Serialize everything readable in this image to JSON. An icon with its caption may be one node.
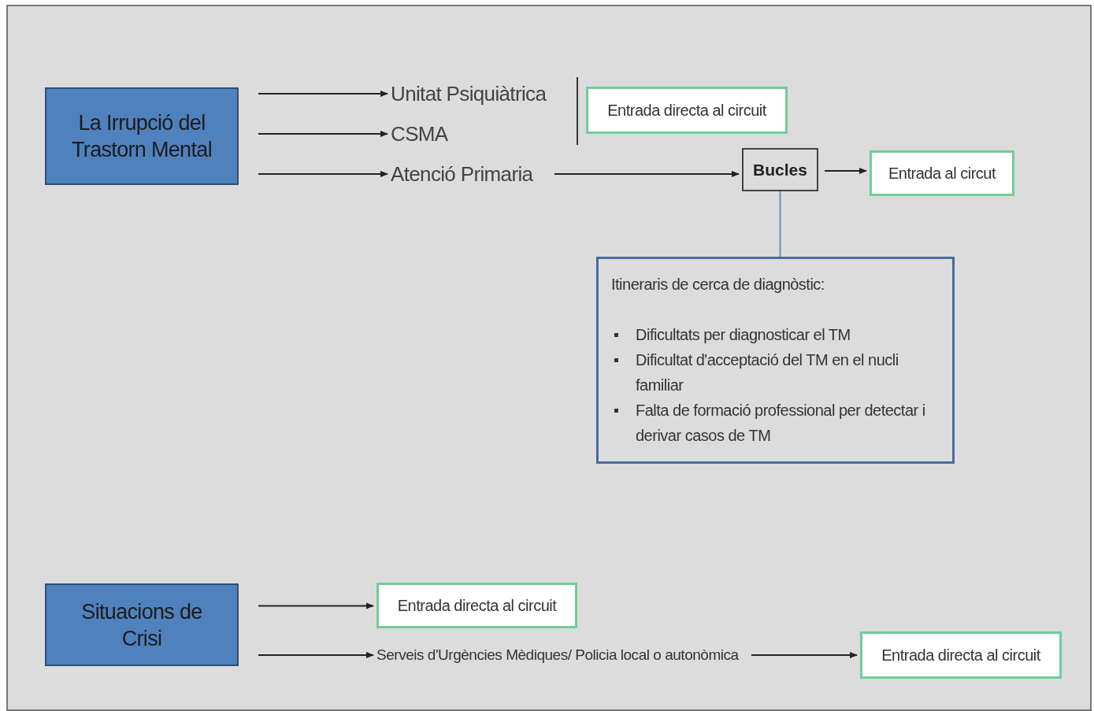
{
  "diagram": {
    "nodes": [
      {
        "text": [
          "La Irrupció del Trastorn Mental"
        ]
      },
      {
        "text": [
          "Unitat Psiquiàtrica"
        ]
      },
      {
        "text": [
          "CSMA"
        ]
      },
      {
        "text": [
          "Atenció Primaria"
        ]
      },
      {
        "text": [
          "Entrada directa al circuit"
        ]
      },
      {
        "text": [
          "Bucles"
        ]
      },
      {
        "text": [
          "Entrada al circut"
        ]
      },
      {
        "text": [
          "Itineraris de cerca de diagnòstic:",
          "Dificultats per diagnosticar el TM",
          "Dificultat d'acceptació del TM en el nucli familiar",
          "Falta de formació professional per detectar i derivar casos de TM"
        ]
      },
      {
        "text": [
          "Situacions de Crisi"
        ]
      },
      {
        "text": [
          "Entrada directa al circuit"
        ]
      },
      {
        "text": [
          "Serveis d'Urgències Mèdiques/ Policia local o autonòmica"
        ]
      },
      {
        "text": [
          "Entrada directa al circuit"
        ]
      }
    ],
    "edges": [
      {
        "from": 0,
        "to": 1,
        "arrow": "to"
      },
      {
        "from": 0,
        "to": 2,
        "arrow": "to"
      },
      {
        "from": 0,
        "to": 3,
        "arrow": "to"
      },
      {
        "from": 3,
        "to": 5,
        "arrow": "to"
      },
      {
        "from": 5,
        "to": 6,
        "arrow": "to"
      },
      {
        "from": 5,
        "to": 7,
        "arrow": "none",
        "color": "#6f8fb8"
      },
      {
        "from": 8,
        "to": 9,
        "arrow": "to"
      },
      {
        "from": 8,
        "to": 10,
        "arrow": "to"
      },
      {
        "from": 10,
        "to": 11,
        "arrow": "to"
      }
    ]
  }
}
